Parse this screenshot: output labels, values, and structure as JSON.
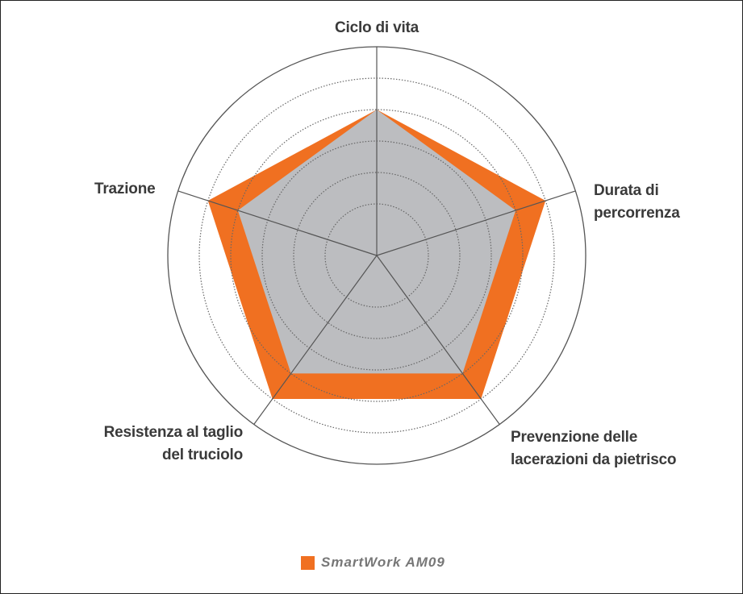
{
  "chart_data": {
    "type": "radar",
    "axes": [
      "Ciclo di vita",
      "Durata di percorrenza",
      "Prevenzione delle lacerazioni da pietrisco",
      "Resistenza al taglio del truciolo",
      "Trazione"
    ],
    "rlim": [
      0,
      6
    ],
    "rings": [
      1,
      2,
      3,
      4,
      5,
      6
    ],
    "series": [
      {
        "name": "SmartWork AM09",
        "color": "#f07021",
        "values": [
          4,
          5,
          5,
          5,
          5
        ]
      },
      {
        "name": "",
        "color": "#bcbdc0",
        "values": [
          4,
          4,
          4,
          4,
          4
        ]
      }
    ],
    "legend": {
      "label": "SmartWork AM09",
      "placement": "bottom"
    }
  },
  "labels": {
    "a0": "Ciclo di vita",
    "a1_l1": "Durata di",
    "a1_l2": "percorrenza",
    "a2_l1": "Prevenzione delle",
    "a2_l2": "lacerazioni da pietrisco",
    "a3_l1": "Resistenza al taglio",
    "a3_l2": "del truciolo",
    "a4": "Trazione"
  }
}
